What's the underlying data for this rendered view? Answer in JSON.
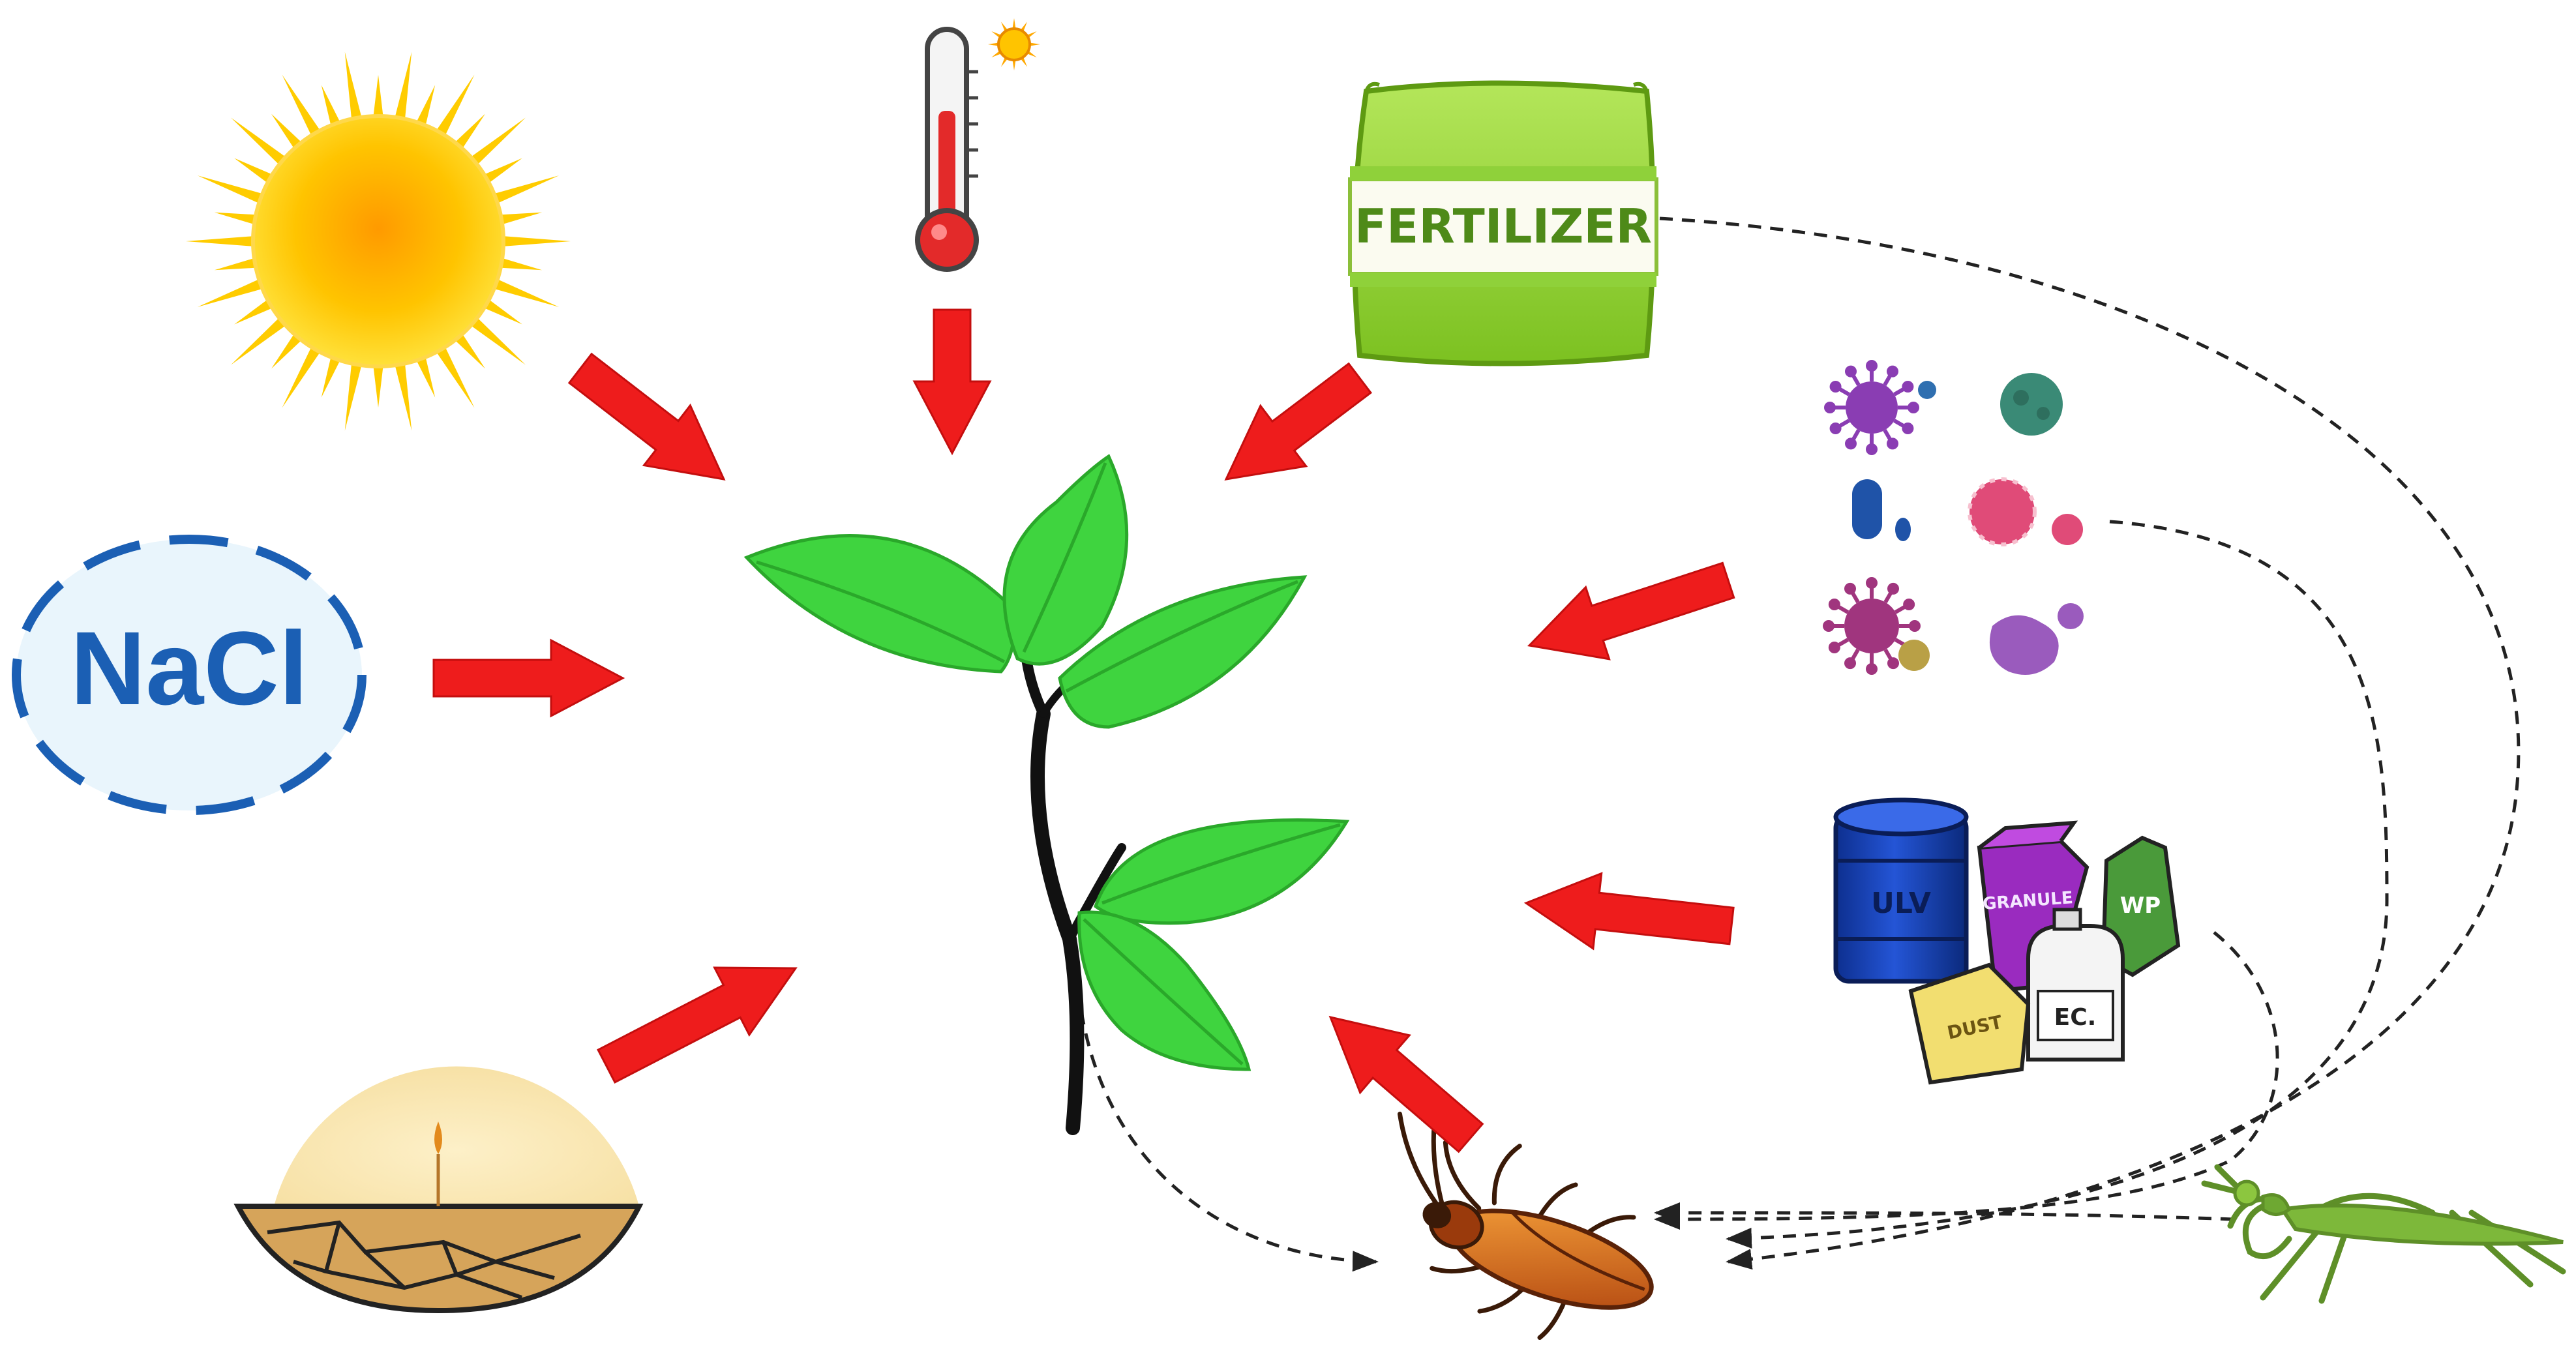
{
  "stressors": {
    "light": {
      "icon": "sun-icon"
    },
    "temperature": {
      "icon": "thermometer-icon"
    },
    "fertilizer": {
      "icon": "fertilizer-bag-icon",
      "label": "FERTILIZER"
    },
    "salinity": {
      "icon": "nacl-bubble-icon",
      "label": "NaCl"
    },
    "drought": {
      "icon": "dry-cracked-soil-icon"
    },
    "pathogens": {
      "icon": "microbes-icon"
    },
    "pesticides": {
      "icon": "pesticide-containers-icon",
      "labels": {
        "barrel": "ULV",
        "granule": "GRANULE",
        "wp": "WP",
        "dust": "DUST",
        "ec": "EC."
      }
    },
    "insect": {
      "icon": "cockroach-icon"
    },
    "predator": {
      "icon": "mantis-icon"
    }
  },
  "plant": {
    "icon": "plant-seedling-icon"
  },
  "colors": {
    "arrow": "#ee1c1c",
    "dashed": "#222222",
    "leaf": "#3fd43f",
    "nacl": "#1b5fb4",
    "fertilizer": "#98d42e",
    "sun": "#ffb000"
  }
}
